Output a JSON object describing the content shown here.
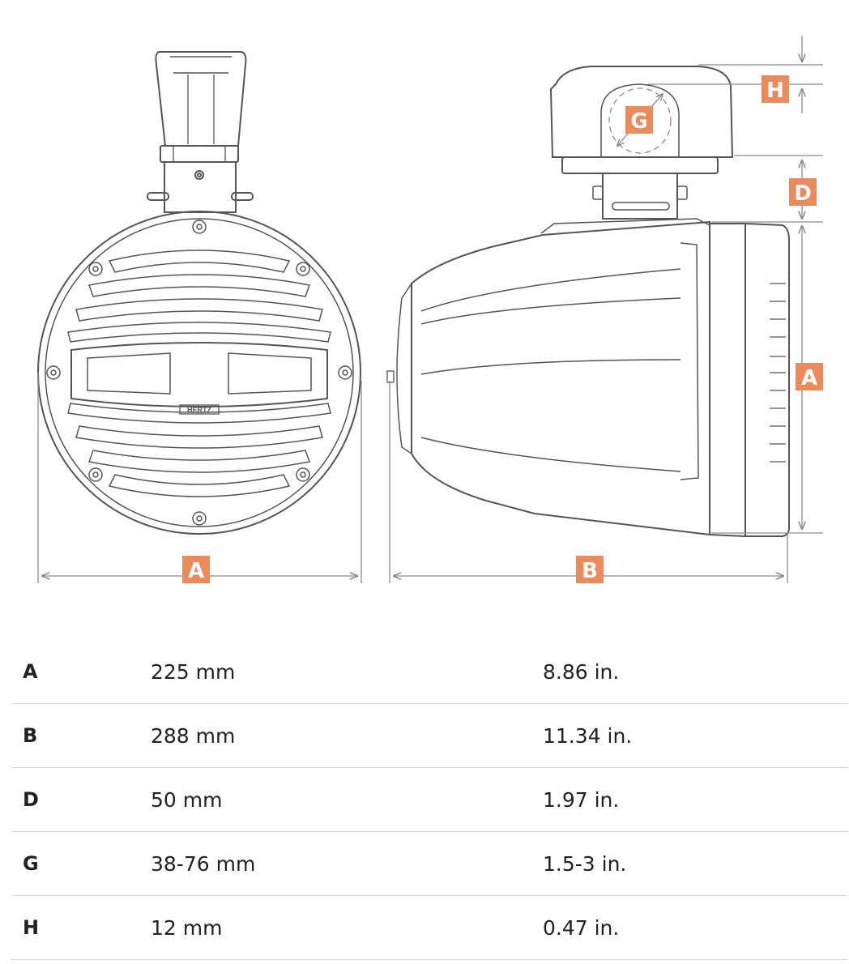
{
  "brand_logo": "HERTZ",
  "colors": {
    "accent": "#EB8A5A",
    "line": "#555555",
    "dim_line": "#8a8a8a",
    "divider": "#d9d9d9"
  },
  "diagram_labels": {
    "front_width": "A",
    "side_depth": "B",
    "side_height": "A",
    "mount_gap": "D",
    "clamp_diameter": "G",
    "clamp_top": "H"
  },
  "specs": [
    {
      "letter": "A",
      "mm": "225 mm",
      "inch": "8.86 in."
    },
    {
      "letter": "B",
      "mm": "288 mm",
      "inch": "11.34 in."
    },
    {
      "letter": "D",
      "mm": "50 mm",
      "inch": "1.97 in."
    },
    {
      "letter": "G",
      "mm": "38-76 mm",
      "inch": "1.5-3 in."
    },
    {
      "letter": "H",
      "mm": "12 mm",
      "inch": "0.47 in."
    }
  ]
}
